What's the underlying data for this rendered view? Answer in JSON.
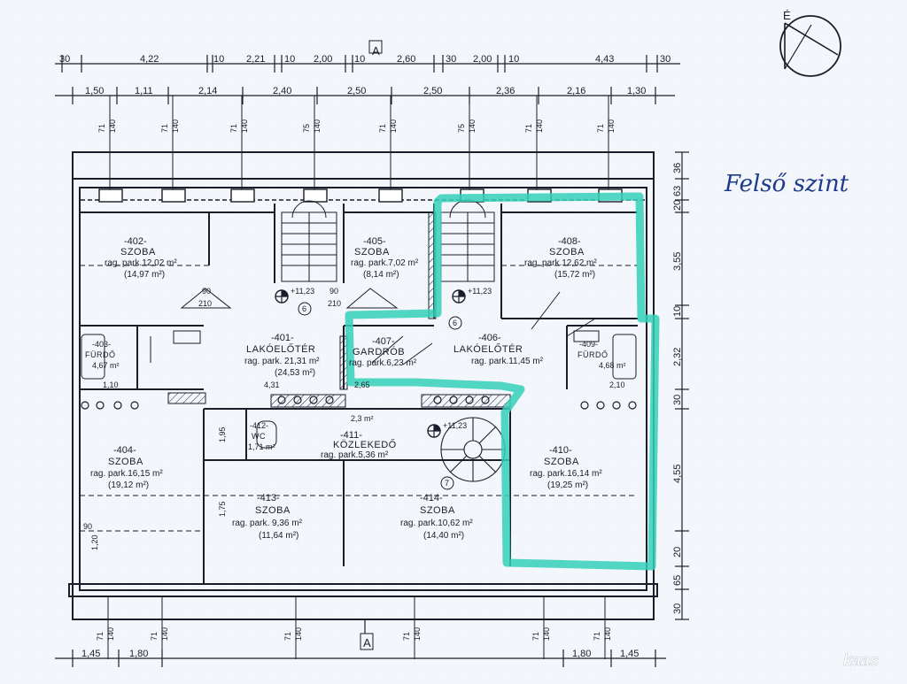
{
  "title_note": "Felső szint",
  "north_label": "É",
  "section_label": "A",
  "watermark": "kaas",
  "top_dims_row1": [
    "30",
    "4,22",
    "10",
    "2,21",
    "10",
    "2,00",
    "10",
    "A",
    "2,60",
    "30",
    "2,00",
    "10",
    "4,43",
    "30"
  ],
  "top_dims_row2": [
    "1,50",
    "1,11",
    "2,14",
    "2,40",
    "2,50",
    "2,50",
    "2,36",
    "2,16",
    "1,30"
  ],
  "bottom_dims": [
    "1,45",
    "1,80",
    "1,80",
    "1,45"
  ],
  "right_dims": [
    "36",
    "63",
    "20",
    "3,55",
    "10",
    "2,32",
    "30",
    "4,55",
    "20",
    "65",
    "30"
  ],
  "window_marks": [
    "71",
    "140",
    "75",
    "140"
  ],
  "accent_color": "#33d0b8",
  "ink_color": "#1b1d2a",
  "rooms": [
    {
      "no": "-402-",
      "name": "SZOBA",
      "area": "rag. park.12,02 m²",
      "area2": "(14,97 m²)"
    },
    {
      "no": "-405-",
      "name": "SZOBA",
      "area": "rag. park.7,02 m²",
      "area2": "(8,14 m²)"
    },
    {
      "no": "-408-",
      "name": "SZOBA",
      "area": "rag. park.12,62 m²",
      "area2": "(15,72 m²)"
    },
    {
      "no": "-401-",
      "name": "LAKÓELŐTÉR",
      "area": "rag. park. 21,31 m²",
      "area2": "(24,53 m²)"
    },
    {
      "no": "-407-",
      "name": "GARDRÓB",
      "area": "rag. park.6,23 m²",
      "area2": ""
    },
    {
      "no": "-406-",
      "name": "LAKÓELŐTÉR",
      "area": "rag. park.11,45 m²",
      "area2": ""
    },
    {
      "no": "-404-",
      "name": "SZOBA",
      "area": "rag. park.16,15 m²",
      "area2": "(19,12 m²)"
    },
    {
      "no": "-411-",
      "name": "KÖZLEKEDŐ",
      "area": "rag. park.5,36 m²",
      "area2": ""
    },
    {
      "no": "-410-",
      "name": "SZOBA",
      "area": "rag. park.16,14 m²",
      "area2": "(19,25 m²)"
    },
    {
      "no": "-413-",
      "name": "SZOBA",
      "area": "rag. park. 9,36 m²",
      "area2": "(11,64 m²)"
    },
    {
      "no": "-414-",
      "name": "SZOBA",
      "area": "rag. park.10,62 m²",
      "area2": "(14,40 m²)"
    },
    {
      "no": "-403-",
      "name": "FÜRDŐ",
      "area": "4,67 m²",
      "area2": ""
    },
    {
      "no": "-409-",
      "name": "FÜRDŐ",
      "area": "4,68 m²",
      "area2": ""
    },
    {
      "no": "-412-",
      "name": "WC",
      "area": "1,71 m²",
      "area2": ""
    }
  ],
  "level_marks": [
    "+11,23",
    "+11,23",
    "+11,23"
  ],
  "stair_marks": [
    "6",
    "6",
    "7"
  ],
  "misc_labels": [
    "90",
    "210",
    "90",
    "210",
    "1,10",
    "2,3 m²",
    "4,31",
    "2,65",
    "2,10",
    "1,95",
    "1,75",
    "1,20",
    "90"
  ]
}
